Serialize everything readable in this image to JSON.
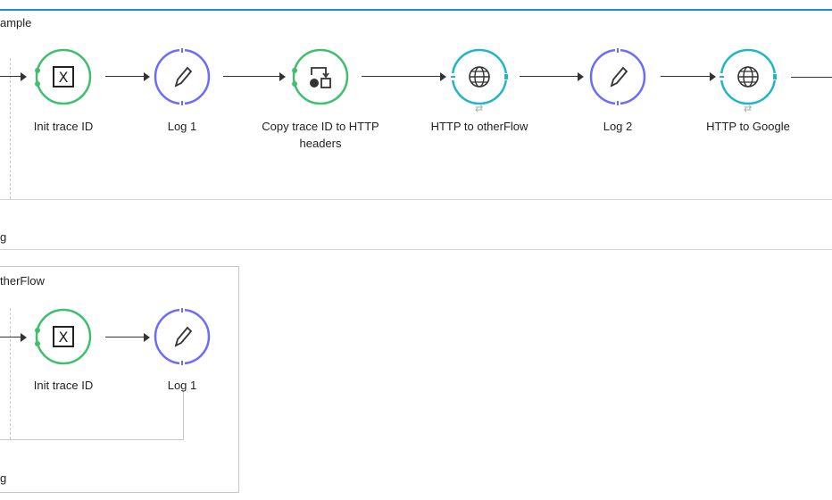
{
  "flows": [
    {
      "title": "ample",
      "footer": "g",
      "nodes": [
        {
          "label": "Init trace ID",
          "type": "transform",
          "icon": "variable-icon"
        },
        {
          "label": "Log 1",
          "type": "logger",
          "icon": "pencil-icon"
        },
        {
          "label": "Copy trace ID to HTTP headers",
          "type": "transform",
          "icon": "copy-icon"
        },
        {
          "label": "HTTP to otherFlow",
          "type": "http",
          "icon": "globe-icon"
        },
        {
          "label": "Log 2",
          "type": "logger",
          "icon": "pencil-icon"
        },
        {
          "label": "HTTP to Google",
          "type": "http",
          "icon": "globe-icon"
        }
      ]
    },
    {
      "title": "therFlow",
      "footer": "g",
      "nodes": [
        {
          "label": "Init trace ID",
          "type": "transform",
          "icon": "variable-icon"
        },
        {
          "label": "Log 1",
          "type": "logger",
          "icon": "pencil-icon"
        }
      ]
    }
  ],
  "colors": {
    "transform": "#3fbf6e",
    "logger": "#6b6bff",
    "http": "#20b5c9",
    "accent": "#1e88e5",
    "divider": "#d4d4d4"
  }
}
